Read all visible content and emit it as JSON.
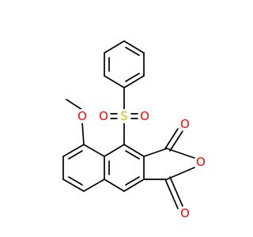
{
  "molecule": {
    "atom_labels": {
      "methoxy_o": "O",
      "sulfur": "S",
      "sulfonyl_o_left": "O",
      "sulfonyl_o_right": "O",
      "anhydride_o_top": "O",
      "anhydride_o_ring": "O",
      "anhydride_o_bottom": "O"
    },
    "colors": {
      "bond": "#000000",
      "oxygen": "#ff0000",
      "sulfur": "#cccc00"
    }
  }
}
